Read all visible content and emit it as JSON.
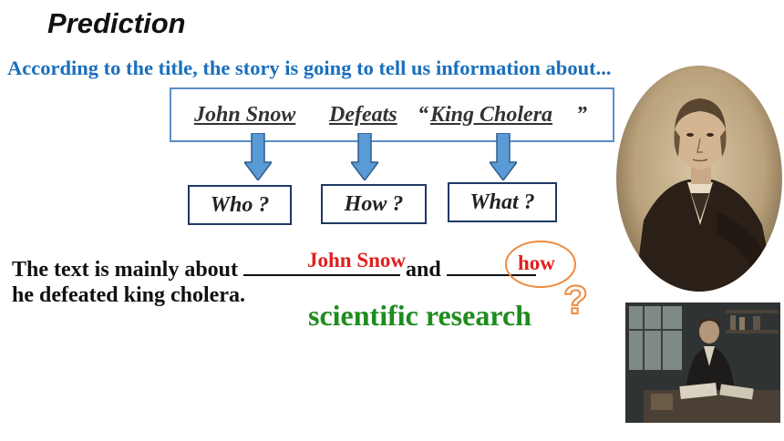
{
  "slide": {
    "title": "Prediction",
    "intro": "According to the title, the story is going to tell us information about...",
    "title_box": {
      "name": "John Snow",
      "verb": "Defeats",
      "open_quote": "“",
      "object": "King Cholera",
      "close_quote": "”"
    },
    "questions": [
      "Who ?",
      "How ?",
      "What ?"
    ],
    "sentence": {
      "part1": "The text is mainly about",
      "answer1": "John Snow",
      "part2": "and",
      "answer2": "how",
      "line2": "he defeated king cholera."
    },
    "note": "scientific research",
    "question_mark": "?"
  },
  "colors": {
    "intro": "#1a6fbd",
    "answer": "#e02020",
    "note": "#1e8c1e",
    "arrow": "#5b9bd5",
    "circle": "#f08a3c"
  }
}
